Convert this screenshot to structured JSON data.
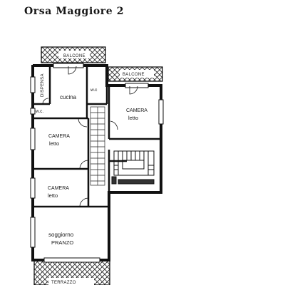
{
  "title": "Orsa Maggiore 2",
  "rooms": {
    "balcone_top": "BALCONE",
    "balcone_right": "BALCONE",
    "dispensa": "DISPENSA",
    "cucina": "cucina",
    "wc_top": "w.c",
    "wc_left": "w.c.",
    "camera_right_1": "CAMERA",
    "camera_right_2": "letto",
    "camera_mid_1": "CAMERA",
    "camera_mid_2": "letto",
    "camera_low_1": "CAMERA",
    "camera_low_2": "letto",
    "soggiorno_1": "soggiorno",
    "soggiorno_2": "PRANZO",
    "terrazzo": "TERRAZZO"
  }
}
